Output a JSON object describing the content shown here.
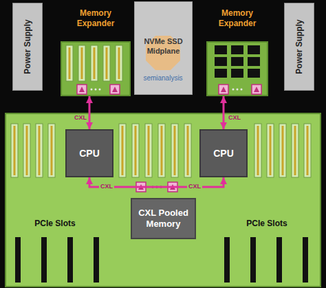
{
  "diagram": {
    "nodes": [
      {
        "text": [
          "Power Supply"
        ]
      },
      {
        "text": [
          "Memory Expander"
        ]
      },
      {
        "text": [
          "NVMe SSD Midplane"
        ]
      },
      {
        "text": [
          "Memory Expander"
        ]
      },
      {
        "text": [
          "Power Supply"
        ]
      },
      {
        "text": [
          "CPU"
        ]
      },
      {
        "text": [
          "CPU"
        ]
      },
      {
        "text": [
          "CXL Pooled Memory"
        ]
      }
    ],
    "edges": [
      {
        "from": 1,
        "to": 5,
        "label": "CXL",
        "arrow": "both"
      },
      {
        "from": 3,
        "to": 6,
        "label": "CXL",
        "arrow": "both"
      },
      {
        "from": 5,
        "to": 6,
        "label": "CXL",
        "arrow": "both"
      }
    ],
    "labels": [
      "CXL",
      "PCIe Slots",
      "PCIe Slots",
      "semianalysis"
    ]
  }
}
